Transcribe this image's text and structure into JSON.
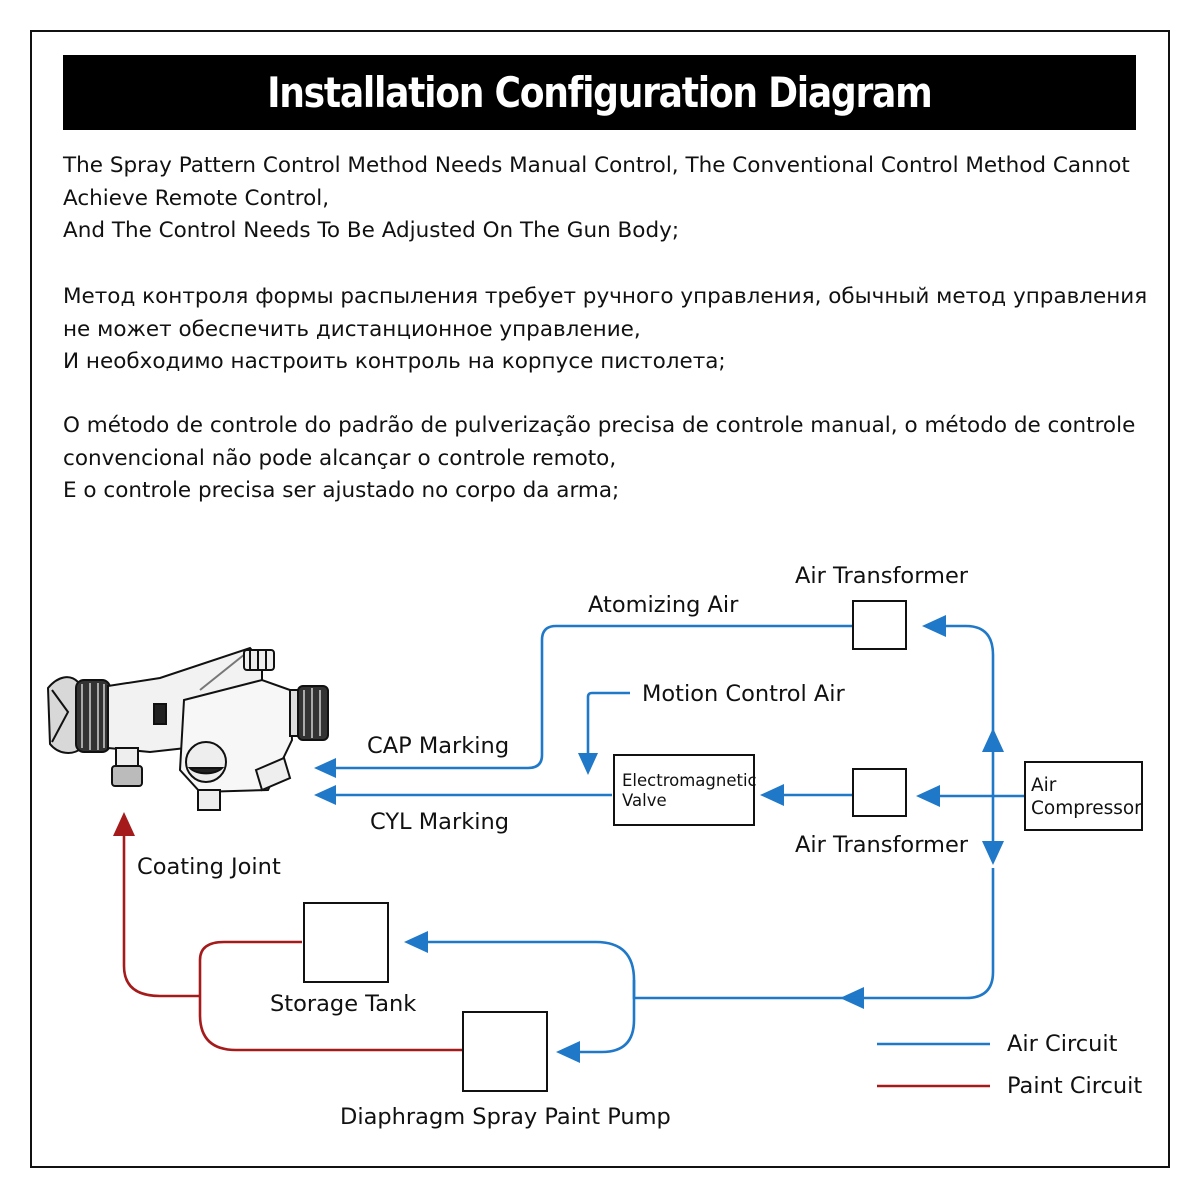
{
  "title": "Installation Configuration Diagram",
  "paragraphs": {
    "en": [
      "The Spray Pattern Control Method Needs Manual Control, The Conventional Control Method Cannot",
      "Achieve Remote Control,",
      "And The Control Needs To Be Adjusted On The Gun Body;"
    ],
    "ru": [
      "Метод контроля формы распыления требует ручного управления, обычный метод управления",
      "не может обеспечить дистанционное управление,",
      "И необходимо настроить контроль на корпусе пистолета;"
    ],
    "pt": [
      "O método de controle do padrão de pulverização precisa de controle manual, o método de controle",
      "convencional não pode alcançar o controle remoto,",
      "E o controle precisa ser ajustado no corpo da arma;"
    ]
  },
  "diagram": {
    "labels": {
      "air_transformer_top": "Air Transformer",
      "atomizing_air": "Atomizing Air",
      "motion_control_air": "Motion Control Air",
      "cap_marking": "CAP Marking",
      "cyl_marking": "CYL Marking",
      "electromagnetic_valve_line1": "Electromagnetic",
      "electromagnetic_valve_line2": "Valve",
      "air_transformer_bottom": "Air Transformer",
      "air_compressor_line1": "Air",
      "air_compressor_line2": "Compressor",
      "coating_joint": "Coating Joint",
      "storage_tank": "Storage Tank",
      "diaphragm_pump": "Diaphragm Spray Paint Pump"
    },
    "legend": [
      {
        "label": "Air Circuit",
        "color": "#1f78c8"
      },
      {
        "label": "Paint Circuit",
        "color": "#a51b1b"
      }
    ],
    "icon": "spray-gun-icon"
  }
}
